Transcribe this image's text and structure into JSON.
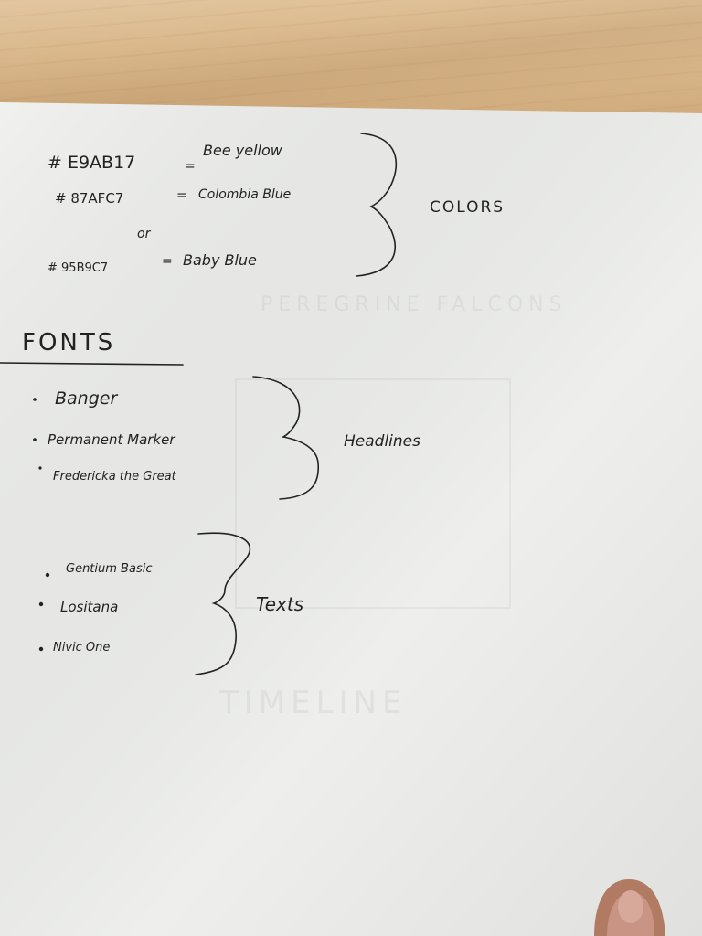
{
  "colors": {
    "items": [
      {
        "code": "# E9AB17",
        "eq": "=",
        "name": "Bee yellow"
      },
      {
        "code": "# 87AFC7",
        "eq": "=",
        "name": "Colombia Blue"
      },
      {
        "code": "# 95B9C7",
        "eq": "=",
        "name": "Baby Blue"
      }
    ],
    "or_label": "or",
    "group_label": "COLORS"
  },
  "fonts": {
    "title": "FONTS",
    "headlines": {
      "items": [
        "Banger",
        "Permanent Marker",
        "Fredericka the Great"
      ],
      "group_label": "Headlines"
    },
    "texts": {
      "items": [
        "Gentium Basic",
        "Lositana",
        "Nivic One"
      ],
      "group_label": "Texts"
    }
  },
  "show_through": {
    "large": "TIMELINE",
    "mid": "PEREGRINE FALCONS"
  },
  "palette": {
    "paper": "#eeefec",
    "ink": "#222222",
    "desk": "#d8b98e"
  }
}
